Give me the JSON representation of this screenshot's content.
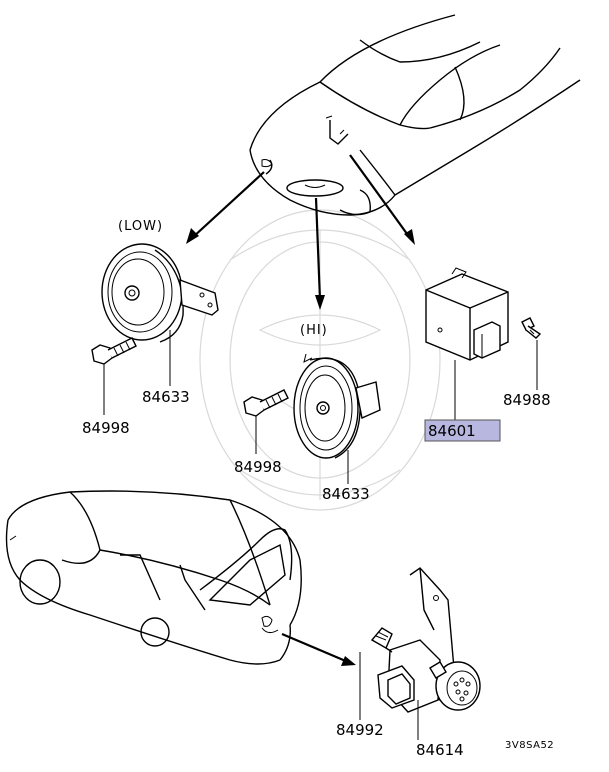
{
  "diagram": {
    "labels": {
      "low": "(LOW)",
      "hi": "(HI)"
    },
    "parts": {
      "horn_low": "84633",
      "horn_hi": "84633",
      "bolt_low": "84998",
      "bolt_hi": "84998",
      "relay": "84601",
      "screw": "84988",
      "bulb": "84992",
      "lamp_socket": "84614"
    },
    "diagram_code": "3V8SA52",
    "highlight_color": "#b7b7e0"
  }
}
